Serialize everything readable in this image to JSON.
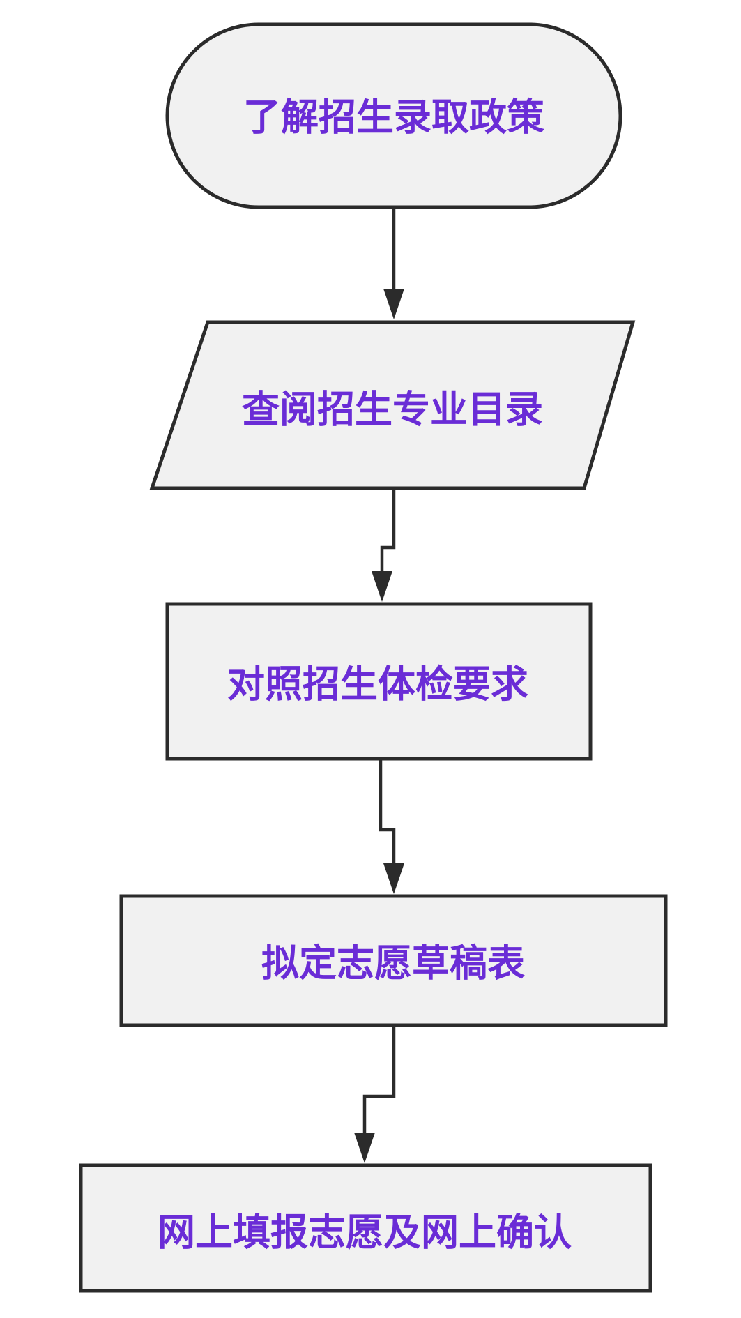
{
  "diagram": {
    "type": "flowchart",
    "colors": {
      "node_fill": "#f1f1f1",
      "node_border": "#2b2b2b",
      "label_text": "#6a2cd6",
      "connector": "#2b2b2b"
    },
    "nodes": [
      {
        "id": "step-1",
        "shape": "terminator",
        "label": "了解招生录取政策"
      },
      {
        "id": "step-2",
        "shape": "parallelogram",
        "label": "查阅招生专业目录"
      },
      {
        "id": "step-3",
        "shape": "rectangle",
        "label": "对照招生体检要求"
      },
      {
        "id": "step-4",
        "shape": "rectangle",
        "label": "拟定志愿草稿表"
      },
      {
        "id": "step-5",
        "shape": "rectangle",
        "label": "网上填报志愿及网上确认"
      }
    ],
    "edges": [
      {
        "from": "step-1",
        "to": "step-2"
      },
      {
        "from": "step-2",
        "to": "step-3"
      },
      {
        "from": "step-3",
        "to": "step-4"
      },
      {
        "from": "step-4",
        "to": "step-5"
      }
    ]
  }
}
